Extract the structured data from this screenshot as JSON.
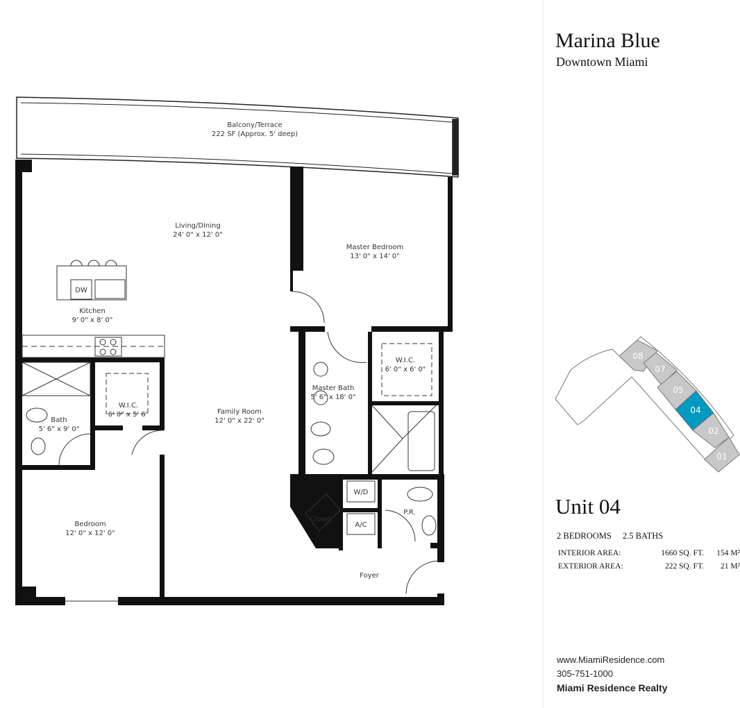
{
  "header": {
    "title": "Marina Blue",
    "subtitle": "Downtown Miami"
  },
  "plan": {
    "balcony": {
      "name": "Balcony/Terrace",
      "size": "222 SF (Approx. 5' deep)"
    },
    "rooms": [
      {
        "name": "Living/Dining",
        "size": "24' 0\" x 12' 0\""
      },
      {
        "name": "Master Bedroom",
        "size": "13' 0\" x 14' 0\""
      },
      {
        "name": "Kitchen",
        "size": "9' 0\" x 8' 0\""
      },
      {
        "name": "Family Room",
        "size": "12' 0\" x 22' 0\""
      },
      {
        "name": "Bedroom",
        "size": "12' 0\" x 12' 0\""
      },
      {
        "name": "W.I.C.",
        "size": "6' 0\" x 6' 0\""
      },
      {
        "name": "W.I.C.",
        "size": "6' 0\" x 5' 6\""
      },
      {
        "name": "Master Bath",
        "size": "5' 6\" x 18' 0\""
      },
      {
        "name": "Bath",
        "size": "5' 6\" x 9' 0\""
      }
    ],
    "labels": {
      "dw": "DW",
      "wd": "W/D",
      "ac": "A/C",
      "pr": "P.R.",
      "closet": "Closet",
      "foyer": "Foyer"
    }
  },
  "keyplan": {
    "units": [
      "08",
      "07",
      "05",
      "04",
      "02",
      "01"
    ],
    "selected": "04",
    "colors": {
      "selected": "#0099c0",
      "other": "#c8c8c8",
      "outline": "#777777"
    }
  },
  "unit": {
    "title": "Unit 04",
    "bedrooms": "2 BEDROOMS",
    "baths": "2.5 BATHS",
    "areas": [
      {
        "label": "INTERIOR AREA:",
        "sqft": "1660 SQ. FT.",
        "sqm": "154 M²"
      },
      {
        "label": "EXTERIOR AREA:",
        "sqft": "222 SQ. FT.",
        "sqm": "21 M²"
      }
    ]
  },
  "footer": {
    "website": "www.MiamiResidence.com",
    "phone": "305-751-1000",
    "company": "Miami Residence Realty"
  }
}
